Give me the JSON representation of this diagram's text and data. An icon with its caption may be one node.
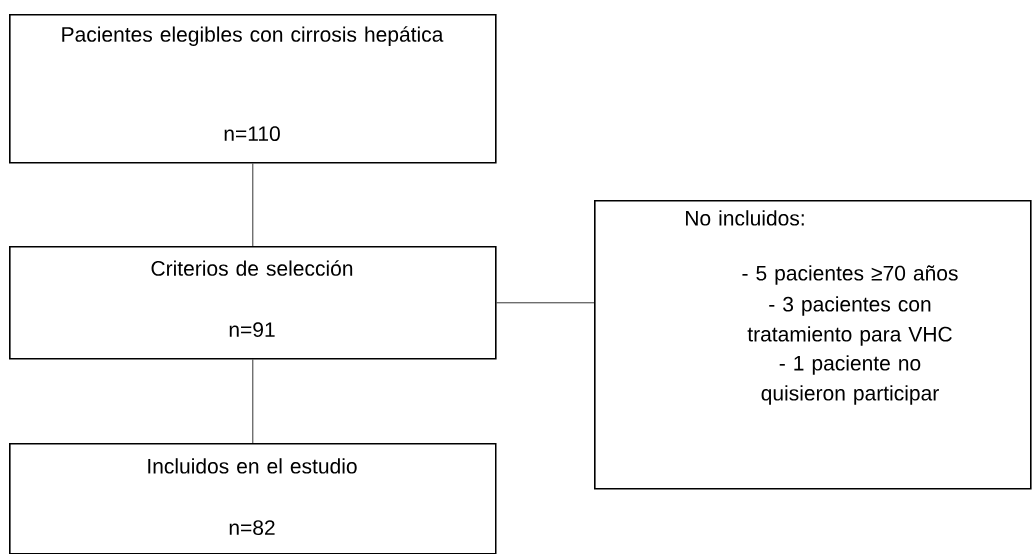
{
  "diagram": {
    "nodes": [
      {
        "text": [
          "Pacientes elegibles con cirrosis hepática",
          "n=110"
        ]
      },
      {
        "text": [
          "Criterios de selección",
          "n=91"
        ]
      },
      {
        "text": [
          "Incluidos en el estudio",
          "n=82"
        ]
      },
      {
        "text": [
          "No incluidos:",
          "- 5 pacientes ≥70 años",
          "- 3 pacientes con tratamiento para VHC",
          "- 1 paciente no quisieron participar"
        ]
      }
    ],
    "edges": [
      {
        "from": 0,
        "to": 1,
        "arrow": "none"
      },
      {
        "from": 1,
        "to": 3,
        "arrow": "none"
      },
      {
        "from": 1,
        "to": 2,
        "arrow": "none"
      }
    ]
  }
}
